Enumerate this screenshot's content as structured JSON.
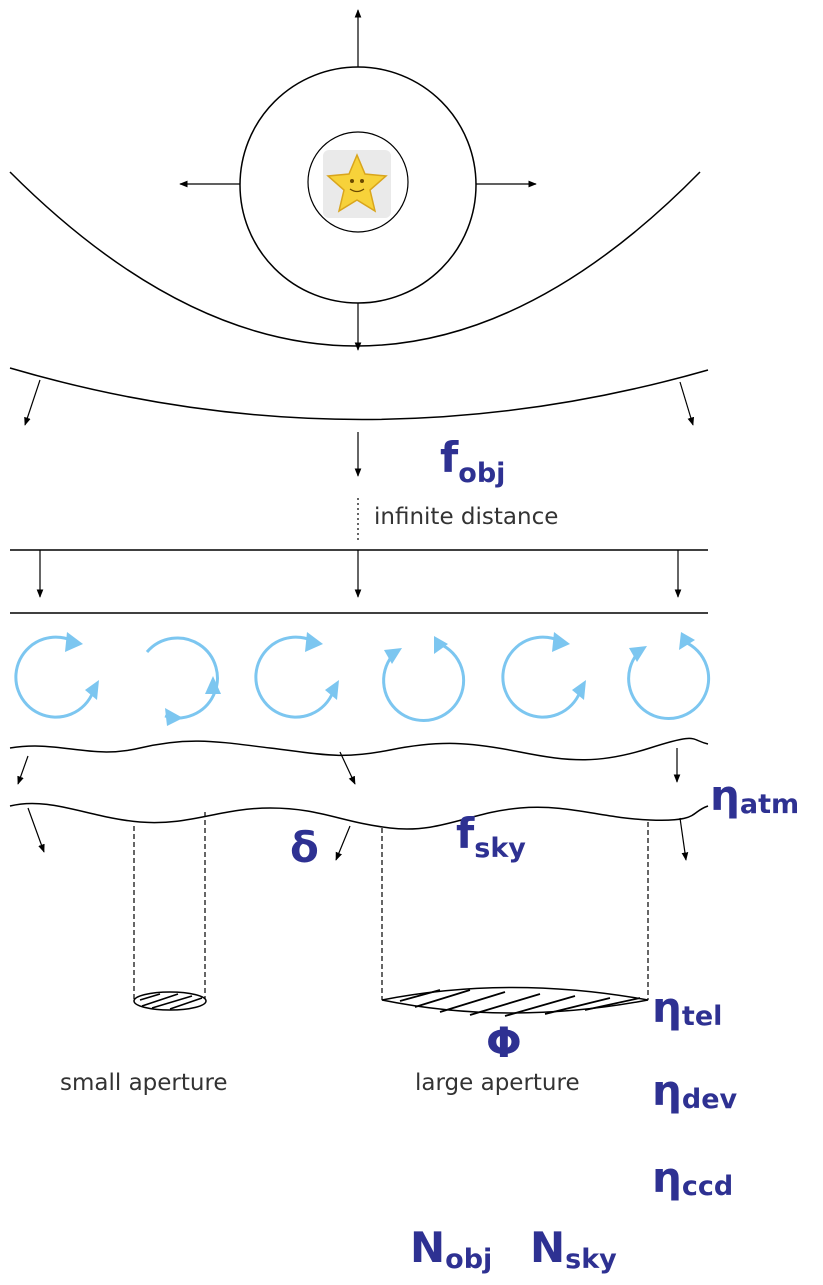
{
  "labels": {
    "infinite_distance": "infinite distance",
    "small_aperture": "small aperture",
    "large_aperture": "large aperture"
  },
  "symbols": {
    "f_obj": {
      "main": "f",
      "sub": "obj"
    },
    "eta_atm": {
      "main": "η",
      "sub": "atm"
    },
    "delta": {
      "main": "δ"
    },
    "f_sky": {
      "main": "f",
      "sub": "sky"
    },
    "eta_tel": {
      "main": "η",
      "sub": "tel"
    },
    "phi": {
      "main": "Φ"
    },
    "eta_dev": {
      "main": "η",
      "sub": "dev"
    },
    "eta_ccd": {
      "main": "η",
      "sub": "ccd"
    },
    "N_obj": {
      "main": "N",
      "sub": "obj"
    },
    "N_sky": {
      "main": "N",
      "sub": "sky"
    }
  },
  "colors": {
    "symbol": "#2e3192",
    "turbulence": "#7cc6f0",
    "star": "#f7d23a"
  },
  "icons": {
    "source": "smiling-star-icon",
    "turbulence": "swirl-arrow-icon"
  }
}
